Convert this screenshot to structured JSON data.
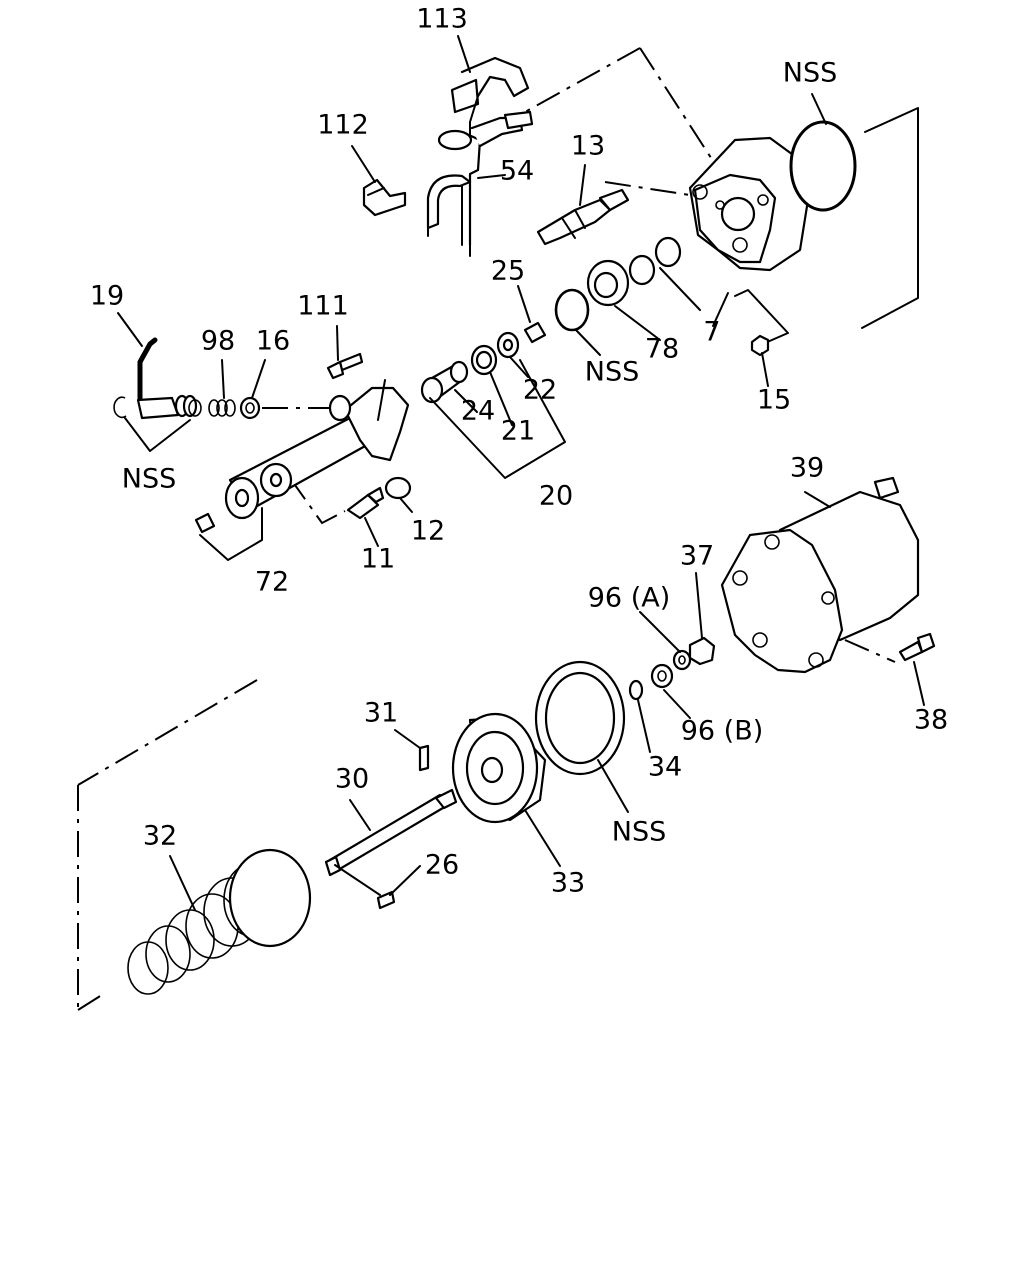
{
  "callouts": {
    "c113": "113",
    "c112": "112",
    "c54": "54",
    "c13": "13",
    "c_nss_top": "NSS",
    "c19": "19",
    "c98": "98",
    "c16": "16",
    "c111": "111",
    "c25": "25",
    "c_nss_mid": "NSS",
    "c78": "78",
    "c7": "7",
    "c15": "15",
    "c22": "22",
    "c24": "24",
    "c21": "21",
    "c20": "20",
    "c_nss_left": "NSS",
    "c12": "12",
    "c11": "11",
    "c72": "72",
    "c39": "39",
    "c37": "37",
    "c96a": "96 (A)",
    "c96b": "96 (B)",
    "c38": "38",
    "c31": "31",
    "c30": "30",
    "c34": "34",
    "c_nss_bottom": "NSS",
    "c32": "32",
    "c26": "26",
    "c33": "33"
  }
}
